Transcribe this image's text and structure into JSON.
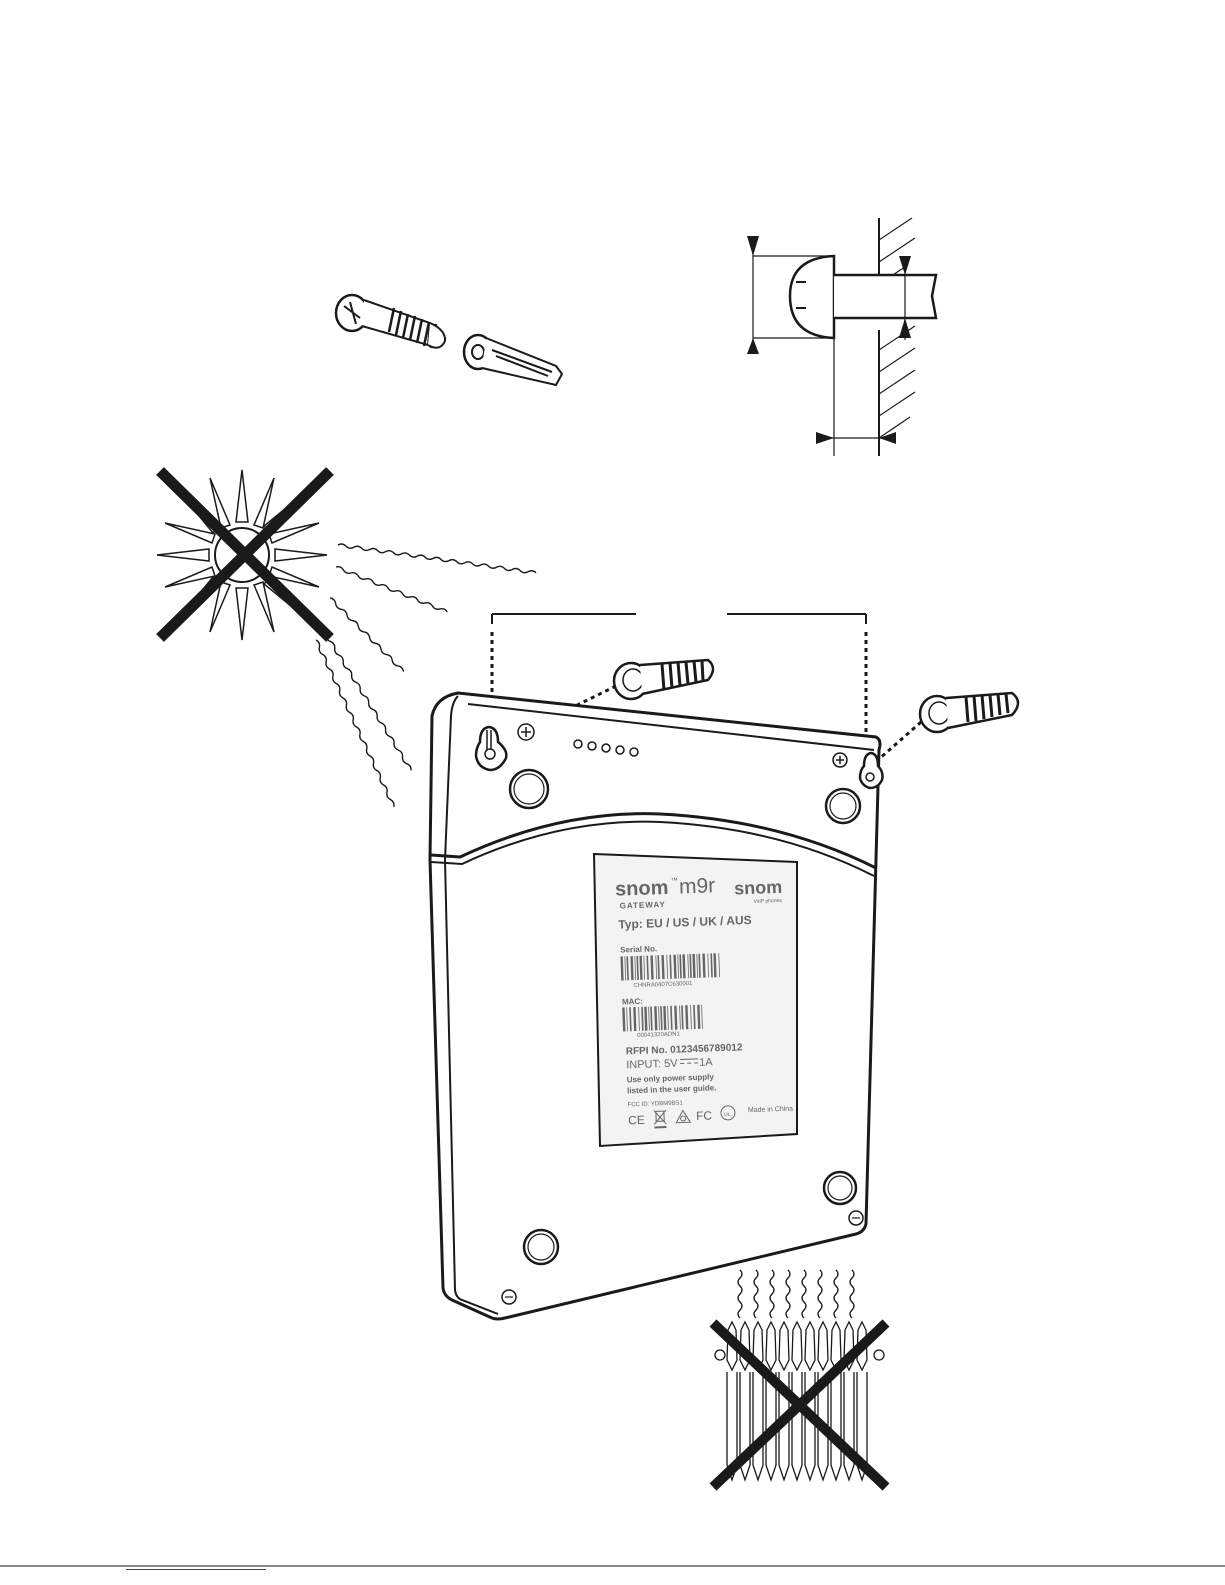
{
  "label": {
    "brand_left": "snom",
    "brand_tm": "™",
    "model": "m9r",
    "brand_right": "snom",
    "brand_right_sub": "VoIP phones",
    "gateway": "GATEWAY",
    "typ": "Typ: EU / US / UK / AUS",
    "serial_label": "Serial No.",
    "serial_value": "CHNRA0407C630001",
    "mac_label": "MAC:",
    "mac_value": "00041320ADN1",
    "rfpi": "RFPI  No. 0123456789012",
    "input_prefix": "INPUT: 5V",
    "input_suffix": "1A",
    "warning_1": "Use only power supply",
    "warning_2": "listed in the user guide.",
    "fcc": "FCC ID: YDBM9BS1",
    "ce": "CE",
    "fc": "FC",
    "ul": "UL",
    "made_in": "Made in China"
  },
  "colors": {
    "ink": "#1a1a1a",
    "label_text": "#666666",
    "label_bg": "#f3f3f3",
    "link": "#3333cc"
  },
  "icons": [
    "screw-and-wall-plug-icon",
    "screw-depth-detail-icon",
    "sun-prohibited-icon",
    "radiator-prohibited-icon",
    "keyhole-slot-icon"
  ]
}
